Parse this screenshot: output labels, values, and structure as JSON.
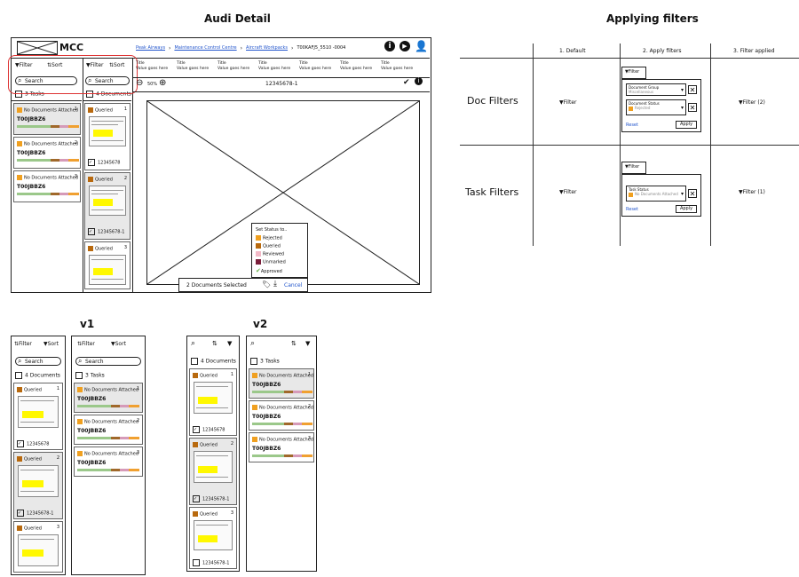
{
  "titles": {
    "audi_detail": "Audi Detail",
    "applying_filters": "Applying filters",
    "v1": "v1",
    "v2": "v2"
  },
  "app": {
    "logo": "MCC",
    "breadcrumbs": [
      "Peak Airways",
      "Maintenance Control Centre",
      "Aircraft Workpacks",
      "T00KAFJ5_5510 -0004"
    ],
    "columns": [
      {
        "title": "Title",
        "value": "Value goes here"
      },
      {
        "title": "Title",
        "value": "Value goes here"
      },
      {
        "title": "Title",
        "value": "Value goes here"
      },
      {
        "title": "Title",
        "value": "Value goes here"
      },
      {
        "title": "Title",
        "value": "Value goes here"
      },
      {
        "title": "Title",
        "value": "Value goes here"
      },
      {
        "title": "Title",
        "value": "Value goes here"
      }
    ],
    "zoom": "50%",
    "doc_id": "12345678-1",
    "left_panel": {
      "filter": "Filter",
      "sort": "Sort",
      "search": "Search",
      "tasks_count": "3 Tasks",
      "tasks": [
        {
          "status": "No Documents Attached",
          "num": "1",
          "code": "T00JBBZ6"
        },
        {
          "status": "No Documents Attached",
          "num": "2",
          "code": "T00JBBZ6"
        },
        {
          "status": "No Documents Attached",
          "num": "3",
          "code": "T00JBBZ6"
        }
      ]
    },
    "mid_panel": {
      "filter": "Filter",
      "sort": "Sort",
      "search": "Search",
      "docs_count": "4 Documents",
      "docs": [
        {
          "status": "Queried",
          "num": "1",
          "label": "12345678"
        },
        {
          "status": "Queried",
          "num": "2",
          "label": "12345678-1"
        },
        {
          "status": "Queried",
          "num": "3",
          "label": ""
        }
      ]
    },
    "status_popup": {
      "title": "Set Status to..",
      "items": [
        "Rejected",
        "Queried",
        "Reviewed",
        "Unmarked",
        "Approved"
      ]
    },
    "footer": {
      "selected": "2 Documents Selected",
      "cancel": "Cancel"
    }
  },
  "filters_table": {
    "headers": [
      "1. Default",
      "2. Apply filters",
      "3. Filter applied"
    ],
    "rows": [
      {
        "label": "Doc Filters",
        "default": "Filter",
        "applied": "Filter (2)",
        "tab": "Filter",
        "dropdowns": [
          {
            "label": "Document Group",
            "value": "Miscellaneous"
          },
          {
            "label": "Document Status",
            "value": "Rejected"
          }
        ],
        "reset": "Reset",
        "apply": "Apply"
      },
      {
        "label": "Task Filters",
        "default": "Filter",
        "applied": "Filter (1)",
        "tab": "Filter",
        "dropdowns": [
          {
            "label": "Task Status",
            "value": "No Documents Attached"
          }
        ],
        "reset": "Reset",
        "apply": "Apply"
      }
    ]
  },
  "v1": {
    "docs_panel": {
      "sort": "Sort",
      "filter": "Filter",
      "search": "Search",
      "count": "4 Documents",
      "docs": [
        {
          "status": "Queried",
          "num": "1",
          "label": "12345678"
        },
        {
          "status": "Queried",
          "num": "2",
          "label": "12345678-1"
        },
        {
          "status": "Queried",
          "num": "3",
          "label": ""
        }
      ]
    },
    "tasks_panel": {
      "filter": "Filter",
      "sort": "Sort",
      "search": "Search",
      "count": "3 Tasks",
      "tasks": [
        {
          "status": "No Documents Attached",
          "num": "1",
          "code": "T00JBBZ6"
        },
        {
          "status": "No Documents Attached",
          "num": "2",
          "code": "T00JBBZ6"
        },
        {
          "status": "No Documents Attached",
          "num": "3",
          "code": "T00JBBZ6"
        }
      ]
    }
  },
  "v2": {
    "docs_panel": {
      "count": "4 Documents",
      "docs": [
        {
          "status": "Queried",
          "num": "1",
          "label": "12345678"
        },
        {
          "status": "Queried",
          "num": "2",
          "label": "12345678-1"
        },
        {
          "status": "Queried",
          "num": "3",
          "label": "12345678-1"
        }
      ]
    },
    "tasks_panel": {
      "count": "3 Tasks",
      "tasks": [
        {
          "status": "No Documents Attached",
          "num": "1",
          "code": "T00JBBZ6"
        },
        {
          "status": "No Documents Attached",
          "num": "2",
          "code": "T00JBBZ6"
        },
        {
          "status": "No Documents Attached",
          "num": "3",
          "code": "T00JBBZ6"
        }
      ]
    }
  },
  "colors": {
    "queried": "#b8690e",
    "task_orange": "#f0a020",
    "rejected": "#f0a020",
    "reviewed": "#f2b8c6",
    "unmarked": "#7a1e3a",
    "approved": "#6ab04c",
    "green": "#9bc88a",
    "brown": "#a0682a",
    "pink": "#d69ab8",
    "orange": "#f0a030",
    "highlight": "#d33"
  }
}
